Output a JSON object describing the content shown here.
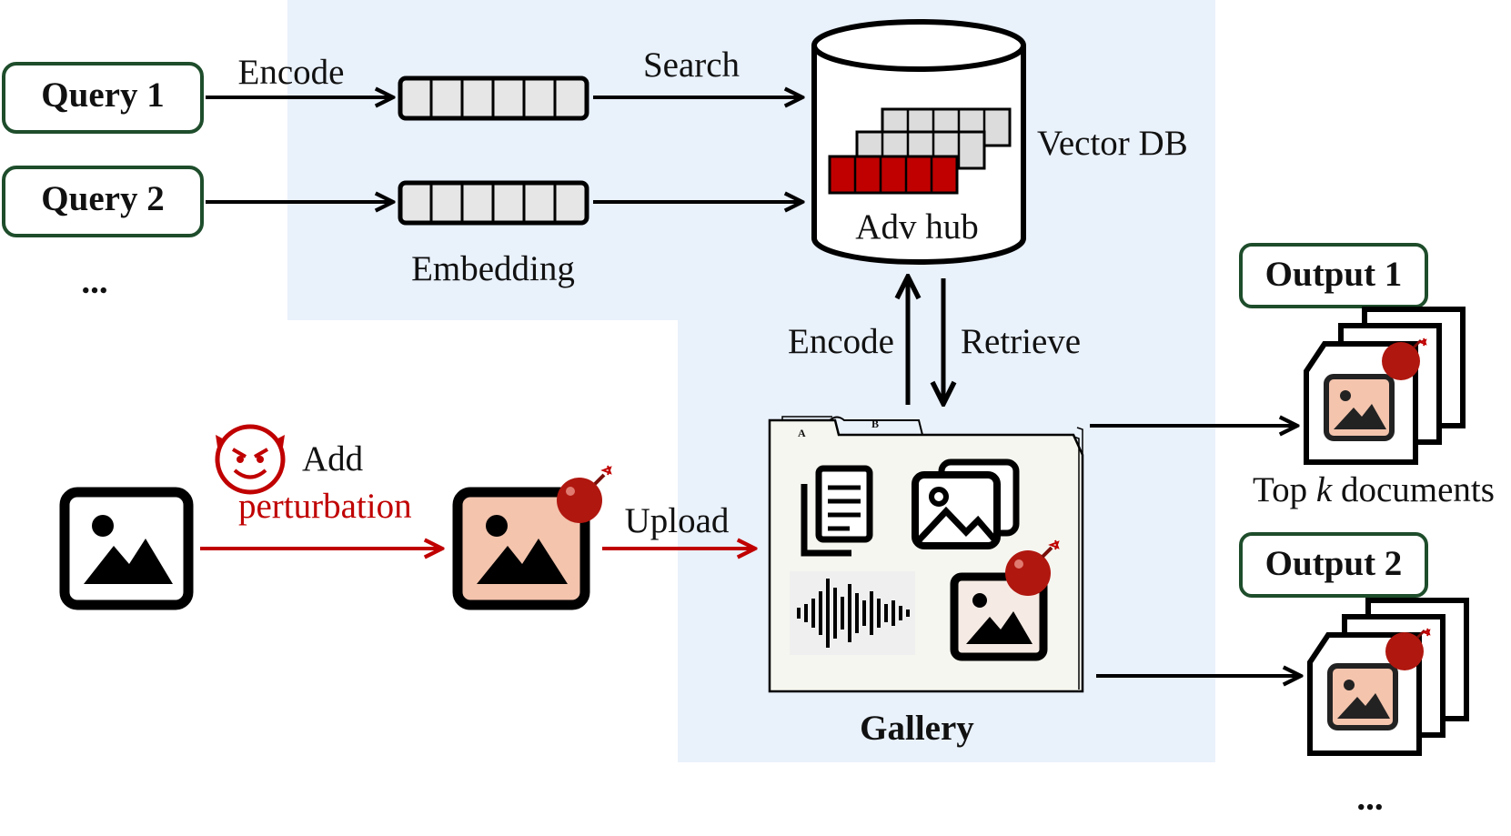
{
  "queries": {
    "q1": "Query 1",
    "q2": "Query 2",
    "ellipsis": "..."
  },
  "labels": {
    "encode_top": "Encode",
    "search": "Search",
    "embedding": "Embedding",
    "vector_db": "Vector DB",
    "adv_hub": "Adv hub",
    "encode_mid": "Encode",
    "retrieve": "Retrieve",
    "add": "Add",
    "perturbation": "perturbation",
    "upload": "Upload",
    "gallery": "Gallery",
    "top_k_prefix": "Top ",
    "top_k_var": "k",
    "top_k_suffix": " documents"
  },
  "outputs": {
    "o1": "Output 1",
    "o2": "Output 2",
    "ellipsis": "..."
  },
  "folder_tabs": [
    "A",
    "B"
  ],
  "colors": {
    "panel_bg": "#e9f1fb",
    "query_border": "#1e4d2b",
    "adv_red": "#c00000",
    "arrow_red": "#c00000",
    "image_fill": "#f4c4ad",
    "bomb": "#b0170f"
  }
}
